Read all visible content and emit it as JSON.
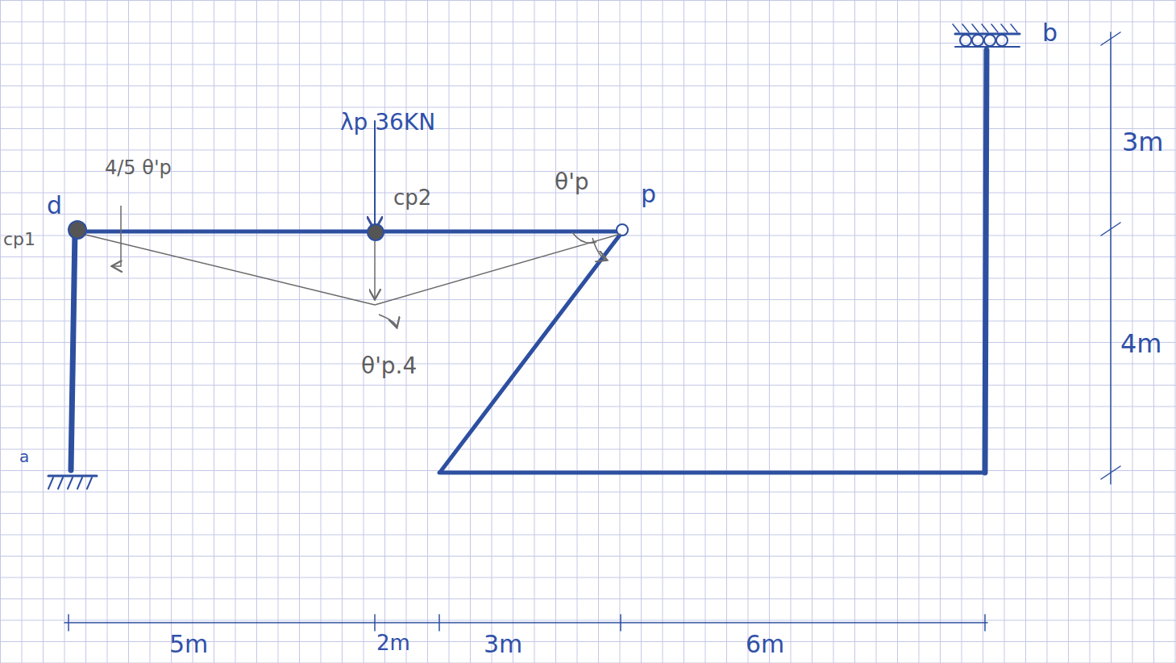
{
  "diagram": {
    "labels": [
      "b",
      "3m",
      "λp 36KN",
      "4/5 θ'p",
      "d",
      "cp1",
      "cp2",
      "θ'p",
      "p",
      "4m",
      "θ'p.4",
      "a",
      "5m",
      "2m",
      "3m",
      "6m"
    ]
  }
}
